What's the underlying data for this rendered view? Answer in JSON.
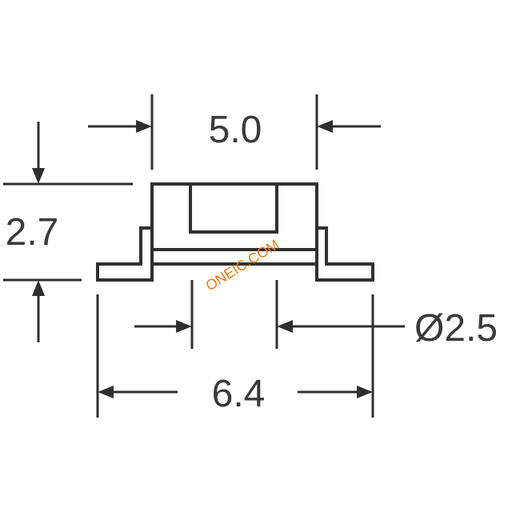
{
  "dimensions": {
    "width_top": "5.0",
    "height": "2.7",
    "diameter": "Ø2.5",
    "width_bottom": "6.4"
  },
  "watermark": "ONEIC.COM",
  "colors": {
    "line": "#2f2f2f",
    "text": "#3a3a3a",
    "watermark": "#f07a1a",
    "background": "#ffffff"
  }
}
